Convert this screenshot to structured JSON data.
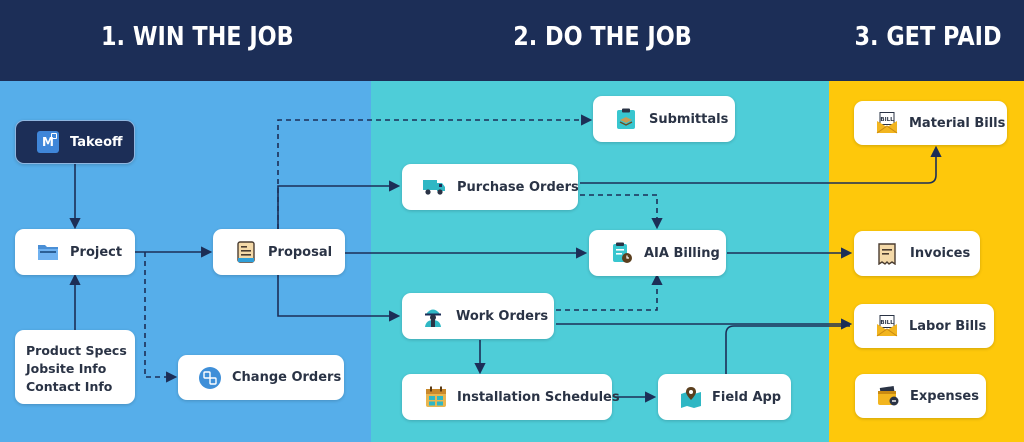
{
  "phases": {
    "win": "1. WIN THE JOB",
    "do": "2. DO THE JOB",
    "paid": "3. GET PAID"
  },
  "colors": {
    "header": "#1c2e57",
    "win_bg": "#56aeea",
    "do_bg": "#4ecdd8",
    "paid_bg": "#fec80b",
    "line": "#1c2e57"
  },
  "nodes": {
    "takeoff": {
      "label": "Takeoff",
      "icon_text": "M",
      "icon": "takeoff-logo-icon"
    },
    "project": {
      "label": "Project",
      "icon": "folder-icon"
    },
    "project_inputs": [
      "Product Specs",
      "Jobsite Info",
      "Contact Info"
    ],
    "change_orders": {
      "label": "Change Orders",
      "icon": "swap-icon"
    },
    "proposal": {
      "label": "Proposal",
      "icon": "document-icon"
    },
    "submittals": {
      "label": "Submittals",
      "icon": "clipboard-layers-icon"
    },
    "purchase_orders": {
      "label": "Purchase Orders",
      "icon": "truck-icon"
    },
    "aia_billing": {
      "label": "AIA Billing",
      "icon": "clipboard-clock-icon"
    },
    "work_orders": {
      "label": "Work Orders",
      "icon": "worker-icon"
    },
    "installation_schedules": {
      "label": "Installation Schedules",
      "icon": "calendar-icon"
    },
    "field_app": {
      "label": "Field App",
      "icon": "map-pin-icon"
    },
    "material_bills": {
      "label": "Material Bills",
      "icon": "bill-envelope-icon",
      "badge": "BILL"
    },
    "invoices": {
      "label": "Invoices",
      "icon": "receipt-icon"
    },
    "labor_bills": {
      "label": "Labor Bills",
      "icon": "bill-envelope-icon",
      "badge": "BILL"
    },
    "expenses": {
      "label": "Expenses",
      "icon": "wallet-icon"
    }
  }
}
